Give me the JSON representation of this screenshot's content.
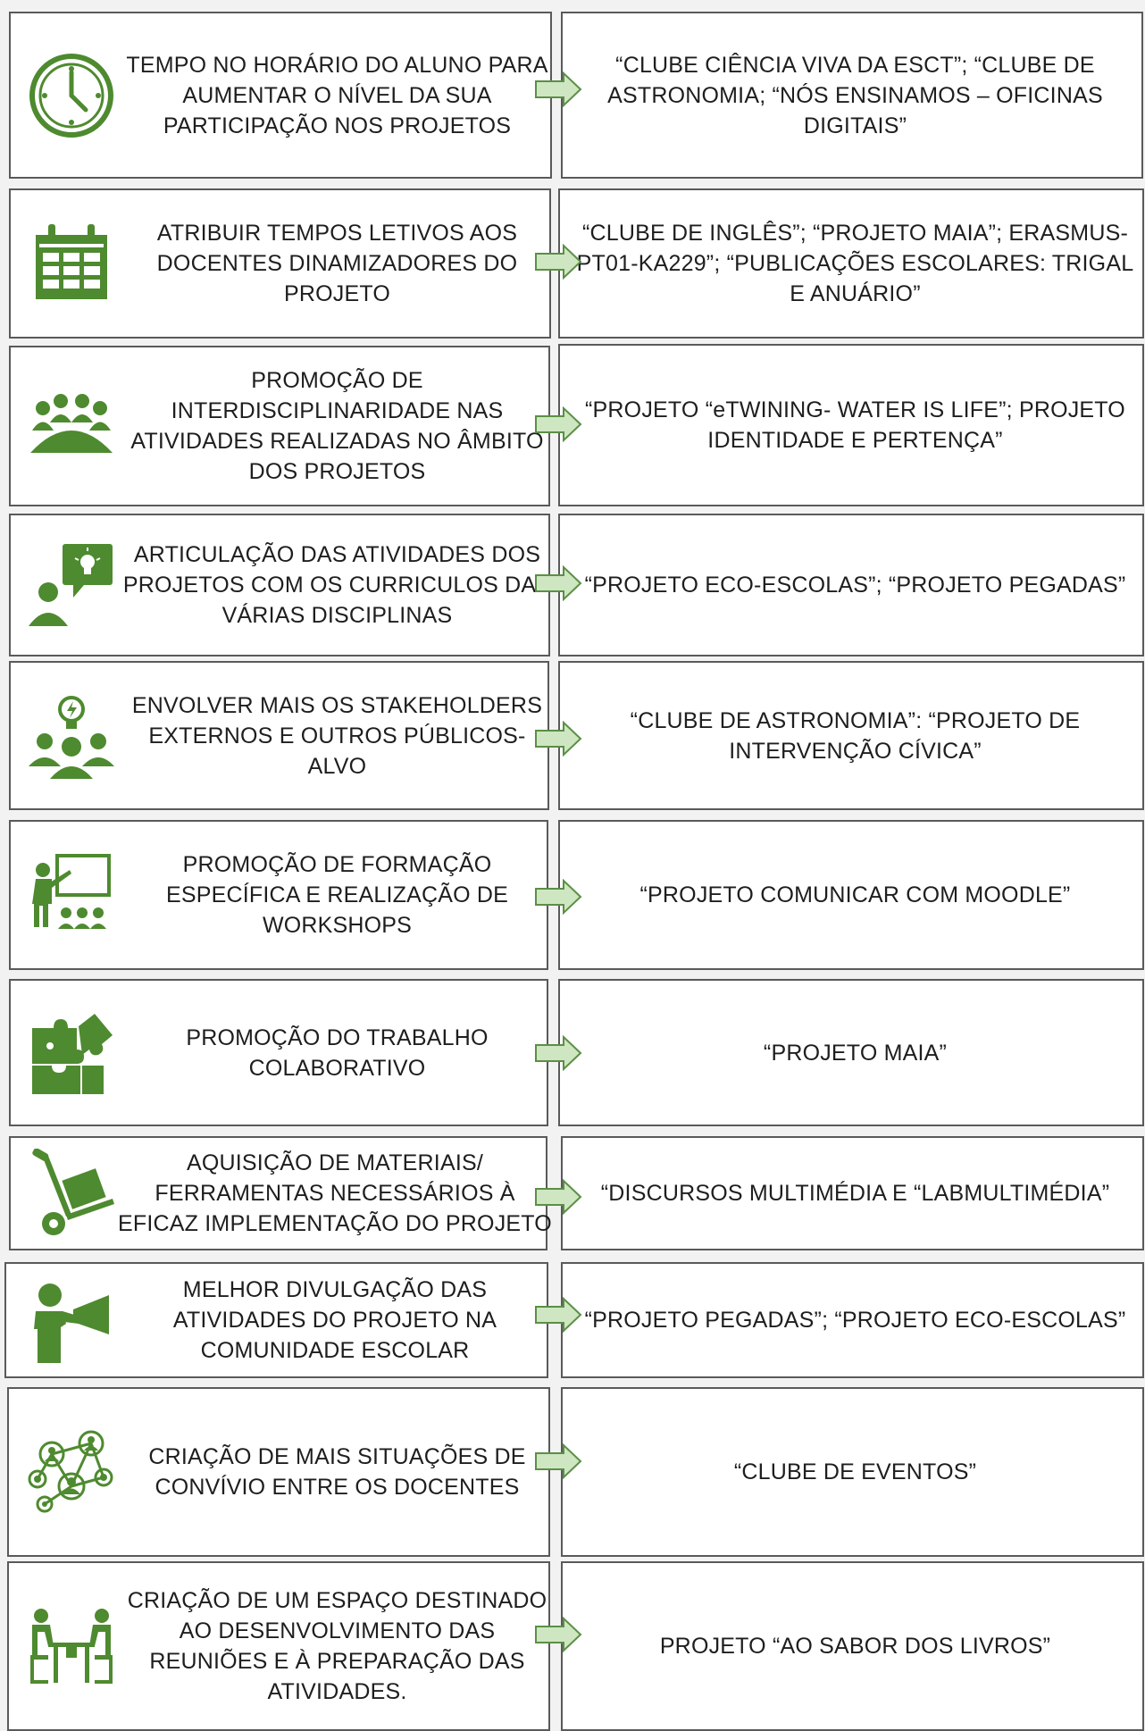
{
  "colors": {
    "icon_green": "#4e8a2f",
    "arrow_fill": "#cfe6c2",
    "arrow_stroke": "#5b8f45",
    "border": "#5a5a5a",
    "background": "#f2f2f2"
  },
  "rows": [
    {
      "icon": "clock-icon",
      "action": "TEMPO NO HORÁRIO DO ALUNO PARA AUMENTAR O NÍVEL DA SUA PARTICIPAÇÃO NOS PROJETOS",
      "projects": "“CLUBE CIÊNCIA VIVA DA ESCT”; “CLUBE DE ASTRONOMIA; “NÓS ENSINAMOS – OFICINAS DIGITAIS”"
    },
    {
      "icon": "calendar-icon",
      "action": "ATRIBUIR TEMPOS LETIVOS AOS DOCENTES DINAMIZADORES DO PROJETO",
      "projects": "“CLUBE DE INGLÊS”; “PROJETO MAIA”; ERASMUS-PT01-KA229”; “PUBLICAÇÕES ESCOLARES: TRIGAL E ANUÁRIO”"
    },
    {
      "icon": "meeting-icon",
      "action": "PROMOÇÃO DE INTERDISCIPLINARIDADE NAS ATIVIDADES REALIZADAS NO ÂMBITO DOS PROJETOS",
      "projects": "“PROJETO “eTWINING- WATER IS LIFE”; PROJETO IDENTIDADE E PERTENÇA”"
    },
    {
      "icon": "person-idea-icon",
      "action": "ARTICULAÇÃO DAS ATIVIDADES DOS PROJETOS COM OS CURRICULOS DAS VÁRIAS DISCIPLINAS",
      "projects": "“PROJETO ECO-ESCOLAS”; “PROJETO PEGADAS”"
    },
    {
      "icon": "team-idea-icon",
      "action": "ENVOLVER MAIS OS STAKEHOLDERS EXTERNOS E OUTROS PÚBLICOS-ALVO",
      "projects": "“CLUBE DE ASTRONOMIA”: “PROJETO DE INTERVENÇÃO CÍVICA”"
    },
    {
      "icon": "classroom-icon",
      "action": "PROMOÇÃO DE FORMAÇÃO ESPECÍFICA E REALIZAÇÃO DE WORKSHOPS",
      "projects": "“PROJETO COMUNICAR COM MOODLE”"
    },
    {
      "icon": "puzzle-icon",
      "action": "PROMOÇÃO DO TRABALHO COLABORATIVO",
      "projects": "“PROJETO MAIA”"
    },
    {
      "icon": "hand-truck-icon",
      "action": "AQUISIÇÃO DE MATERIAIS/ FERRAMENTAS NECESSÁRIOS À EFICAZ IMPLEMENTAÇÃO DO PROJETO",
      "projects": "“DISCURSOS MULTIMÉDIA E “LABMULTIMÉDIA”"
    },
    {
      "icon": "megaphone-icon",
      "action": "MELHOR DIVULGAÇÃO DAS ATIVIDADES DO PROJETO NA COMUNIDADE ESCOLAR",
      "projects": "“PROJETO PEGADAS”; “PROJETO ECO-ESCOLAS”"
    },
    {
      "icon": "network-icon",
      "action": "CRIAÇÃO DE MAIS SITUAÇÕES DE CONVÍVIO ENTRE OS DOCENTES",
      "projects": "“CLUBE DE EVENTOS”"
    },
    {
      "icon": "workspace-icon",
      "action": "CRIAÇÃO DE UM ESPAÇO DESTINADO  AO DESENVOLVIMENTO DAS REUNIÕES E À PREPARAÇÃO DAS ATIVIDADES.",
      "projects": "PROJETO “AO SABOR DOS LIVROS”"
    }
  ]
}
